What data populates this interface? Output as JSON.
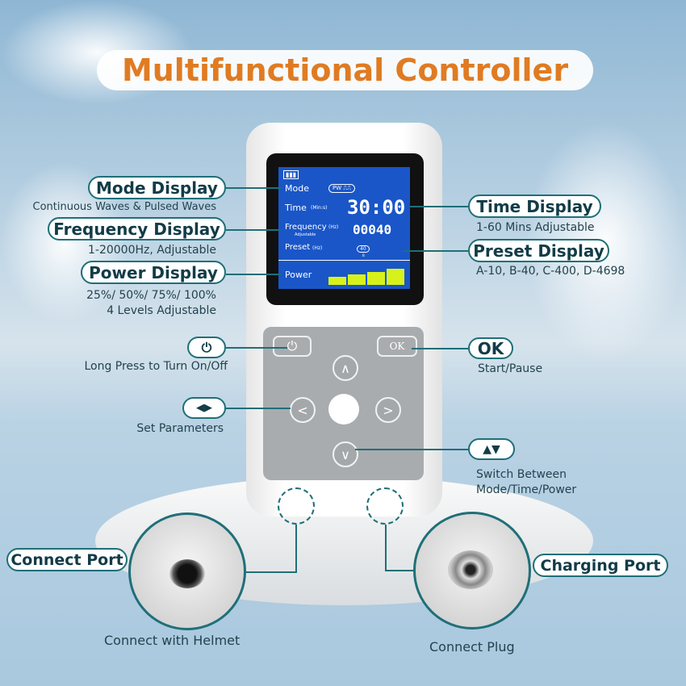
{
  "title": "Multifunctional Controller",
  "lcd": {
    "mode": "Mode",
    "wave": "PW",
    "time": "Time",
    "time_unit": "(Min:s)",
    "time_value": "30:00",
    "frequency": "Frequency",
    "freq_unit": "(Hz)",
    "freq_sub": "Adjustable",
    "freq_value": "00040",
    "preset": "Preset",
    "preset_unit": "(Hz)",
    "preset_value": "40",
    "preset_letter": "B",
    "power": "Power",
    "power_level_bars": 4
  },
  "keypad": {
    "power_icon": "⏻",
    "ok": "OK",
    "up": "∧",
    "down": "∨",
    "left": "<",
    "right": ">"
  },
  "labels": {
    "mode": {
      "title": "Mode Display",
      "sub": "Continuous Waves & Pulsed Waves"
    },
    "frequency": {
      "title": "Frequency Display",
      "sub": "1-20000Hz, Adjustable"
    },
    "power": {
      "title": "Power Display",
      "sub1": "25%/ 50%/ 75%/ 100%",
      "sub2": "4 Levels Adjustable"
    },
    "power_button": {
      "icon": "⏻",
      "sub": "Long Press to Turn On/Off"
    },
    "arrows": {
      "icon": "◀▶",
      "sub": "Set Parameters"
    },
    "time": {
      "title": "Time Display",
      "sub": "1-60 Mins Adjustable"
    },
    "preset": {
      "title": "Preset Display",
      "sub": "A-10, B-40, C-400, D-4698"
    },
    "ok": {
      "title": "OK",
      "sub": "Start/Pause"
    },
    "updown": {
      "icon": "▲▼",
      "sub1": "Switch Between",
      "sub2": "Mode/Time/Power"
    },
    "connect_port": {
      "title": "Connect Port",
      "sub": "Connect with Helmet"
    },
    "charging_port": {
      "title": "Charging Port",
      "sub": "Connect Plug"
    }
  }
}
